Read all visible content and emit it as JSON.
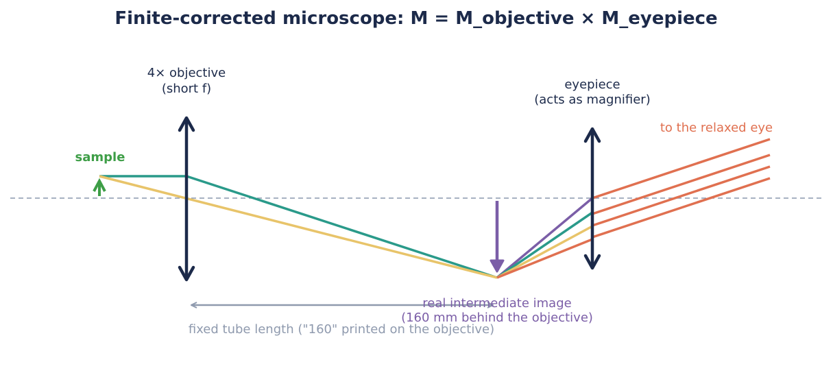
{
  "title": "Finite-corrected microscope:  M = M_objective × M_eyepiece",
  "sample_label": "sample",
  "objective": {
    "line1": "4× objective",
    "line2": "(short f)"
  },
  "eyepiece": {
    "line1": "eyepiece",
    "line2": "(acts as magnifier)"
  },
  "exit_label": "to the relaxed eye",
  "intermediate_image": {
    "line1": "real intermediate image",
    "line2": "(160 mm behind the objective)"
  },
  "tube_length_label": "fixed tube length (\"160\" printed on the objective)",
  "colors": {
    "title": "#1c2a4a",
    "lens": "#1c2a4a",
    "axis": "#8a97ad",
    "sample": "#3e9e47",
    "ray_teal": "#2a9a8a",
    "ray_yellow": "#e8c46a",
    "image": "#7b5ea7",
    "exit_rays": "#e07050",
    "tube": "#8f9aae"
  }
}
